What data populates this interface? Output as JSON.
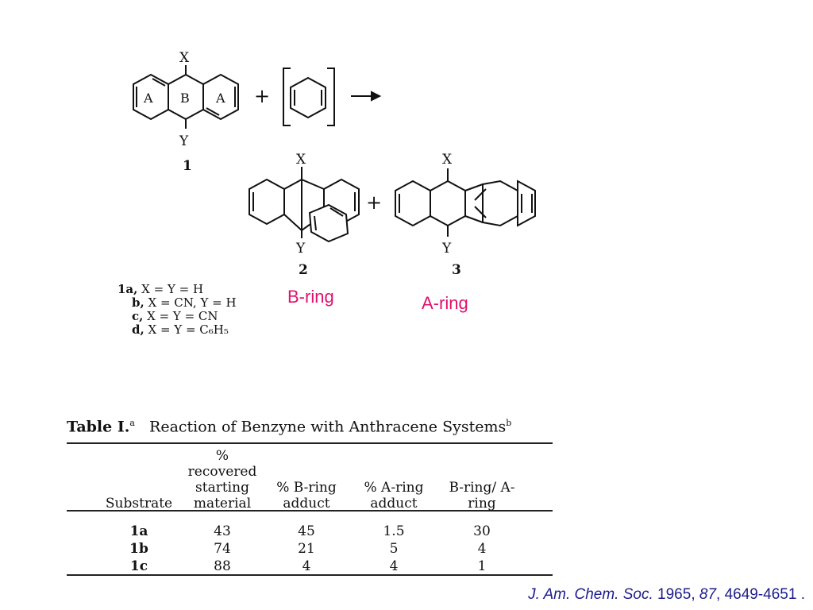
{
  "scheme": {
    "reactant": {
      "number": "1",
      "x": "X",
      "y": "Y",
      "rings": [
        "A",
        "B",
        "A"
      ]
    },
    "plus": "+",
    "product_b": {
      "number": "2",
      "x": "X",
      "y": "Y",
      "label": "B-ring"
    },
    "product_a": {
      "number": "3",
      "x": "X",
      "y": "Y",
      "label": "A-ring"
    }
  },
  "substituents": [
    {
      "id": "1a,",
      "def": "X = Y = H"
    },
    {
      "id": "b,",
      "def": "X = CN, Y = H"
    },
    {
      "id": "c,",
      "def": "X = Y = CN"
    },
    {
      "id": "d,",
      "def": "X = Y = C₆H₅"
    }
  ],
  "table": {
    "label": "Table I.",
    "label_sup": "a",
    "title": "Reaction of Benzyne with Anthracene Systems",
    "title_sup": "b",
    "headers": [
      "Substrate",
      "% recovered starting material",
      "% B-ring adduct",
      "% A-ring adduct",
      "B-ring/ A-ring"
    ],
    "rows": [
      [
        "1a",
        "43",
        "45",
        "1.5",
        "30"
      ],
      [
        "1b",
        "74",
        "21",
        "5",
        "4"
      ],
      [
        "1c",
        "88",
        "4",
        "4",
        "1"
      ]
    ]
  },
  "citation": {
    "journal": "J. Am. Chem. Soc.",
    "year": "1965,",
    "volume": "87",
    "pages": ", 4649-4651 ."
  },
  "colors": {
    "highlight": "#e0106e",
    "citation": "#1c1c8c"
  }
}
